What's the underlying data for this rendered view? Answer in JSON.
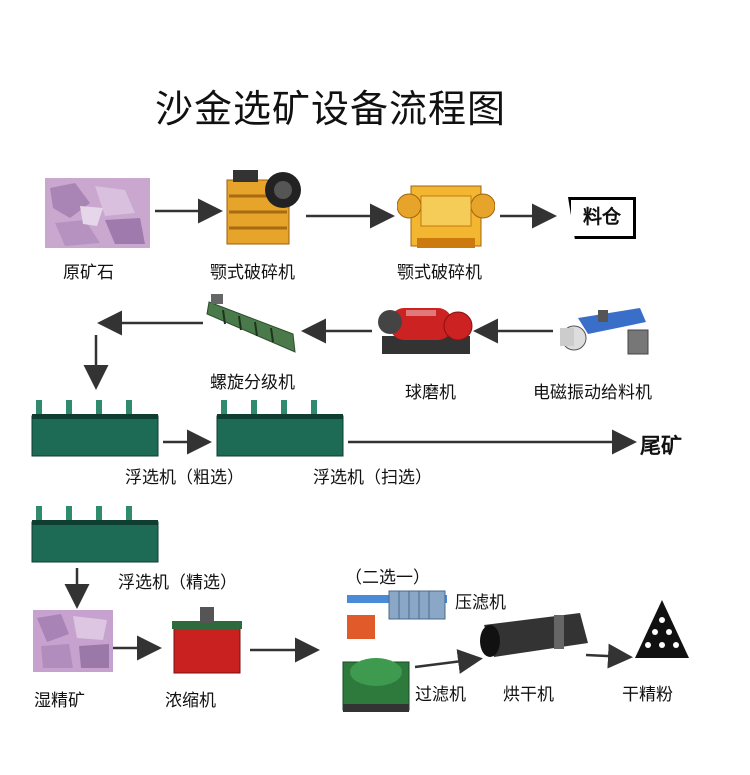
{
  "title": "沙金选矿设备流程图",
  "nodes": {
    "raw_ore": "原矿石",
    "jaw_crusher_1": "颚式破碎机",
    "jaw_crusher_2": "颚式破碎机",
    "bin": "料仓",
    "classifier": "螺旋分级机",
    "ball_mill": "球磨机",
    "feeder": "电磁振动给料机",
    "flotation_rough": "浮选机（粗选）",
    "flotation_scav": "浮选机（扫选）",
    "tailings": "尾矿",
    "flotation_clean": "浮选机（精选）",
    "wet_concentrate": "湿精矿",
    "thickener": "浓缩机",
    "choose_one": "（二选一）",
    "filter_press": "压滤机",
    "filter": "过滤机",
    "dryer": "烘干机",
    "dry_concentrate": "干精粉"
  }
}
